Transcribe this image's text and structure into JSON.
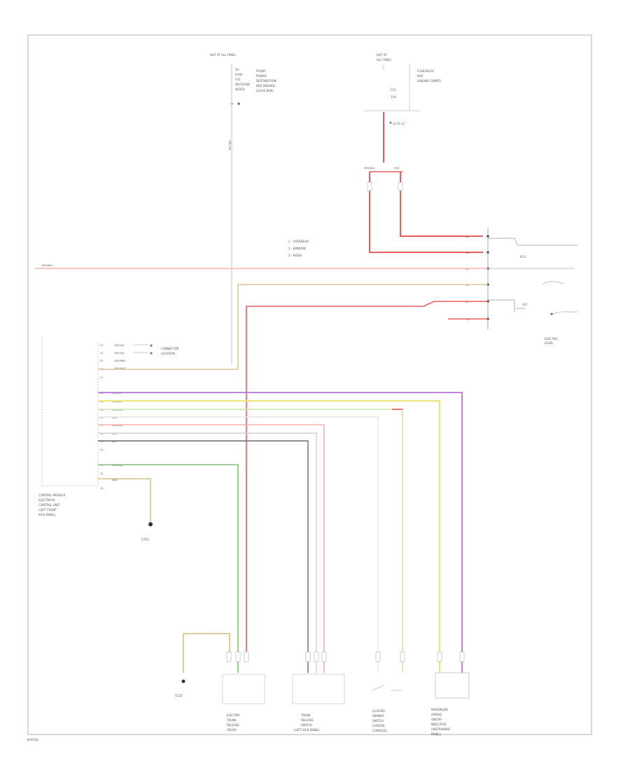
{
  "diagram": {
    "frame_label": "W/W5KA",
    "colors": {
      "red": "#f05a5a",
      "pink": "#f7b0b0",
      "tan": "#d8c79a",
      "yellow": "#eee060",
      "violet": "#b873d8",
      "green": "#80c070",
      "lightgreen": "#c8e6a8",
      "grey": "#909090",
      "black": "#444444"
    },
    "top_connector_mid": {
      "lines": [
        "HOT AT ALL TIMES",
        "5A",
        "FUSE",
        "F23",
        "DIST/FUSE",
        "BLOCK"
      ],
      "side_note": [
        "FRONT",
        "POWER",
        "DISTRIBUTION",
        "BOX (BEHIND",
        "GLOVE BOX)"
      ],
      "wire_color": "GRY/YEL"
    },
    "top_connector_right": {
      "lines": [
        "HOT AT",
        "ALL TIMES"
      ],
      "side_note": [
        "FUSE/RELAY",
        "BOX",
        "(ENGINE COMPT)"
      ],
      "fuse": "F15",
      "fuse_rating": "15A",
      "wire_tag": "J2 F4 L2",
      "wire_color_a": "RED/BLU",
      "wire_color_b": "RED"
    },
    "relay_block": {
      "legend": [
        "1 - OVERHEAD",
        "2 - WINDOW",
        "3 - RADIO"
      ],
      "relay_label": "R13",
      "pin_labels": [
        "4A",
        "5A",
        "6A",
        "3A",
        "2A",
        "1A",
        "7A"
      ],
      "switch_label": "S17",
      "switch_title": [
        "ELECTRIC",
        "LEVEL"
      ],
      "wire_label_left": "RED/BLU"
    },
    "module": {
      "title": [
        "CONTROL MODULE",
        "ELECTRICAL",
        "CONTROL UNIT",
        "(LEFT FRONT",
        "KICK PANEL)"
      ],
      "pins": [
        "23",
        "24",
        "25",
        "26",
        "27",
        "28",
        "18",
        "19",
        "20",
        "21",
        "22",
        "29",
        "30",
        "31",
        "32",
        "33"
      ],
      "wire_colors": [
        "GRY/YEL",
        "GRY/YEL",
        "GRY/BRN",
        "GRY/WHT",
        "VIO/GRY",
        "YEL/BLK",
        "GRN/GRY",
        "GRY",
        "RED/BLK",
        "GRY",
        "BLK",
        "GRN/BLK",
        "BRN"
      ],
      "connector_note": [
        "CONNECTOR",
        "LOCATION"
      ],
      "ground": "G101"
    },
    "bottom_components": [
      {
        "title": [
          "ELECTRIC",
          "TRUNK",
          "RELEASE",
          "(REAR)"
        ],
        "ground": "G132"
      },
      {
        "title": [
          "TRUNK",
          "RELEASE",
          "SWITCH",
          "(LEFT KICK PANEL)"
        ]
      },
      {
        "title": [
          "CLUSTER",
          "DIMMER",
          "SWITCH",
          "(CENTER",
          "CONSOLE)"
        ]
      },
      {
        "title": [
          "PASSENGER",
          "AIRBAG",
          "ON/OFF",
          "INDICATOR",
          "(INSTRUMENT",
          "PANEL)"
        ]
      }
    ]
  }
}
